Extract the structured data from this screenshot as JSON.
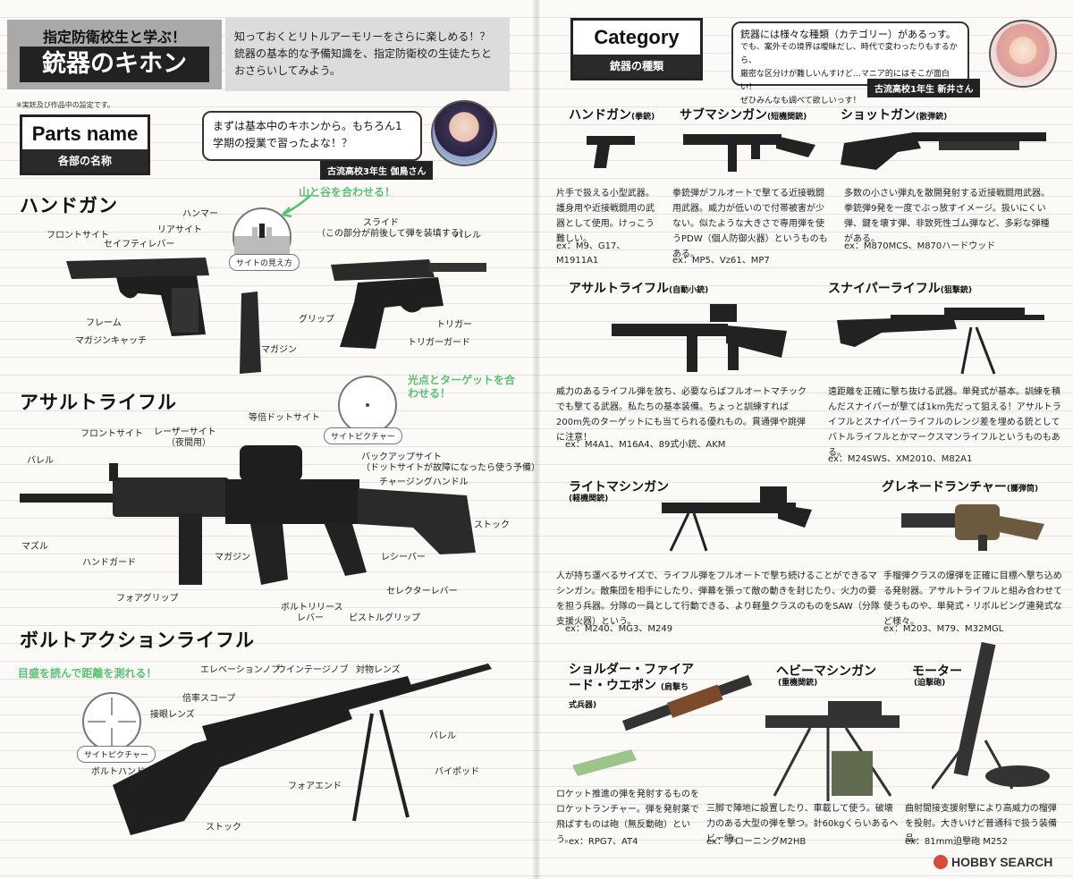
{
  "left": {
    "title_sub": "指定防衛校生と学ぶ！",
    "title_main": "銃器のキホン",
    "intro": "知っておくとリトルアーモリーをさらに楽しめる！？銃器の基本的な予備知識を、指定防衛校の生徒たちとおさらいしてみよう。",
    "note": "※実銃及び作品中の設定です。",
    "parts_badge": {
      "en": "Parts name",
      "jp": "各部の名称"
    },
    "bubble": "まずは基本中のキホンから。もちろん1学期の授業で習ったよな！？",
    "caption": "古流高校3年生 伽鳥さん",
    "sections": [
      {
        "title": "ハンドガン",
        "green": "山と谷を合わせる！",
        "scope_caption": "サイトの見え方",
        "labels": {
          "hammer": "ハンマー",
          "front_sight": "フロントサイト",
          "rear_sight": "リアサイト",
          "safety": "セイフティレバー",
          "frame": "フレーム",
          "mag_catch": "マガジンキャッチ",
          "magazine": "マガジン",
          "slide": "スライド",
          "slide_note": "（この部分が前後して弾を装填する）",
          "barrel": "バレル",
          "grip": "グリップ",
          "trigger": "トリガー",
          "trigger_guard": "トリガーガード"
        }
      },
      {
        "title": "アサルトライフル",
        "green": "光点とターゲットを合わせる！",
        "scope_caption": "サイトピクチャー",
        "labels": {
          "dot_sight": "等倍ドットサイト",
          "front_sight": "フロントサイト",
          "laser": "レーザーサイト",
          "laser_note": "（夜間用）",
          "barrel": "バレル",
          "backup": "バックアップサイト",
          "backup_note": "（ドットサイトが故障になったら使う予備）",
          "charging": "チャージングハンドル",
          "stock": "ストック",
          "muzzle": "マズル",
          "handguard": "ハンドガード",
          "magazine": "マガジン",
          "receiver": "レシーバー",
          "foregrip": "フォアグリップ",
          "selector": "セレクターレバー",
          "bolt_release": "ボルトリリース",
          "bolt_release2": "レバー",
          "pistol_grip": "ピストルグリップ"
        }
      },
      {
        "title": "ボルトアクションライフル",
        "green": "目盛を読んで距離を測れる！",
        "scope_caption": "サイトピクチャー",
        "labels": {
          "elevation": "エレベーションノブ",
          "windage": "ウインテージノブ",
          "objective": "対物レンズ",
          "scope": "倍率スコープ",
          "eyepiece": "接眼レンズ",
          "barrel": "バレル",
          "bolt_handle": "ボルトハンドル",
          "forend": "フォアエンド",
          "bipod": "バイポッド",
          "stock": "ストック"
        }
      }
    ]
  },
  "right": {
    "category_badge": {
      "en": "Category",
      "jp": "銃器の種類"
    },
    "bubble_lines": [
      "銃器には様々な種類（カテゴリー）があるっす。",
      "でも、案外その境界は曖昧だし、時代で変わったりもするから、",
      "厳密な区分けが難しいんすけど…マニア的にはそこが面白い！",
      "ぜひみんなも調べて欲しいっす！"
    ],
    "caption": "古流高校1年生 新井さん",
    "categories": [
      {
        "name": "ハンドガン",
        "sub": "(拳銃)",
        "desc": "片手で扱える小型武器。護身用や近接戦闘用の武器として使用。けっこう難しい。",
        "ex": "ex：M9、G17、M1911A1"
      },
      {
        "name": "サブマシンガン",
        "sub": "(短機関銃)",
        "desc": "拳銃弾がフルオートで撃てる近接戦闘用武器。威力が低いので付帯被害が少ない。似たような大きさで専用弾を使うPDW（個人防御火器）というものもある。",
        "ex": "ex：MP5、Vz61、MP7"
      },
      {
        "name": "ショットガン",
        "sub": "(散弾銃)",
        "desc": "多数の小さい弾丸を散開発射する近接戦闘用武器。拳銃弾9発を一度でぶっ放すイメージ。扱いにくい弾、鍵を壊す弾、非致死性ゴム弾など、多彩な弾種がある。",
        "ex": "ex：M870MCS、M870ハードウッド"
      },
      {
        "name": "アサルトライフル",
        "sub": "(自動小銃)",
        "desc": "威力のあるライフル弾を放ち、必要ならばフルオートマチックでも撃てる武器。私たちの基本装備。ちょっと訓練すれば200m先のターゲットにも当てられる優れもの。貫通弾や跳弾に注意！",
        "ex": "ex：M4A1、M16A4、89式小銃、AKM"
      },
      {
        "name": "スナイパーライフル",
        "sub": "(狙撃銃)",
        "desc": "遠距離を正確に撃ち抜ける武器。単発式が基本。訓練を積んだスナイパーが撃てば1km先だって狙える！アサルトライフルとスナイパーライフルのレンジ差を埋める銃としてバトルライフルとかマークスマンライフルというものもある。",
        "ex": "ex：M24SWS、XM2010、M82A1"
      },
      {
        "name": "ライトマシンガン",
        "sub": "(軽機関銃)",
        "desc": "人が持ち運べるサイズで、ライフル弾をフルオートで撃ち続けることができるマシンガン。敵集団を相手にしたり、弾幕を張って敵の動きを封じたり、火力の要を担う兵器。分隊の一員として行動できる、より軽量クラスのものをSAW（分隊支援火器）という。",
        "ex": "ex：M240、MG3、M249"
      },
      {
        "name": "グレネードランチャー",
        "sub": "(擲弾筒)",
        "desc": "手榴弾クラスの爆弾を正確に目標へ撃ち込める発射器。アサルトライフルと組み合わせて使うものや、単発式・リボルビング連発式など様々。",
        "ex": "ex：M203、M79、M32MGL"
      },
      {
        "name": "ショルダー・ファイアード・ウエポン",
        "sub": "(肩撃ち式兵器)",
        "desc": "ロケット推進の弾を発射するものをロケットランチャー。弾を発射薬で飛ばすものは砲（無反動砲）という。",
        "ex": "ex：RPG7、AT4"
      },
      {
        "name": "ヘビーマシンガン",
        "sub": "(重機関銃)",
        "desc": "三脚で陣地に設置したり、車載して使う。破壊力のある大型の弾を撃つ。計60kgくらいあるヘビー級。",
        "ex": "ex：ブローニングM2HB"
      },
      {
        "name": "モーター",
        "sub": "(迫撃砲)",
        "desc": "曲射間接支援射撃により高威力の榴弾を投射。大きいけど普通科で扱う装備品。",
        "ex": "ex：81mm迫撃砲 M252"
      }
    ],
    "watermark": "HOBBY SEARCH"
  }
}
